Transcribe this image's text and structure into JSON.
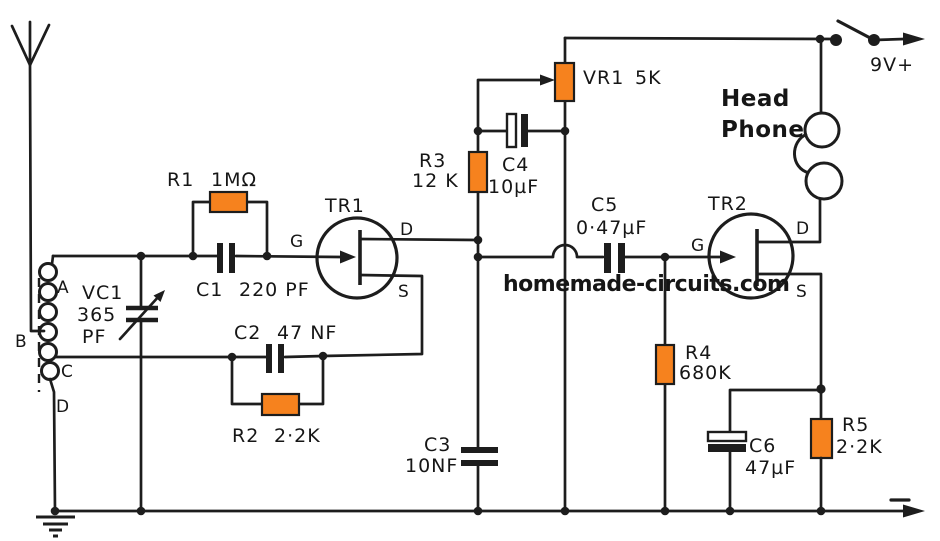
{
  "watermark": {
    "text": "homemade-circuits.com",
    "color": "#e02424"
  },
  "power": {
    "positive_label": "9V+"
  },
  "headphone": {
    "label_line1": "Head",
    "label_line2": "Phone"
  },
  "coil": {
    "taps": [
      "A",
      "B",
      "C",
      "D"
    ]
  },
  "transistors": {
    "tr1": {
      "label": "TR1",
      "pins": {
        "gate": "G",
        "drain": "D",
        "source": "S"
      }
    },
    "tr2": {
      "label": "TR2",
      "pins": {
        "gate": "G",
        "drain": "D",
        "source": "S"
      }
    }
  },
  "components": {
    "vc1": {
      "name": "VC1",
      "value": "365",
      "unit": "PF"
    },
    "r1": {
      "name": "R1",
      "value": "1MΩ"
    },
    "c1": {
      "name": "C1",
      "value": "220 PF"
    },
    "c2": {
      "name": "C2",
      "value": "47 NF"
    },
    "r2": {
      "name": "R2",
      "value": "2·2K"
    },
    "r3": {
      "name": "R3",
      "value": "12 K"
    },
    "c3": {
      "name": "C3",
      "value": "10NF"
    },
    "c4": {
      "name": "C4",
      "value": "10µF"
    },
    "vr1": {
      "name": "VR1",
      "value": "5K"
    },
    "c5": {
      "name": "C5",
      "value": "0·47µF"
    },
    "r4": {
      "name": "R4",
      "value": "680K"
    },
    "c6": {
      "name": "C6",
      "value": "47µF"
    },
    "r5": {
      "name": "R5",
      "value": "2·2K"
    }
  },
  "colors": {
    "resistor_fill": "#f6821e",
    "line": "#1d1d1d"
  }
}
